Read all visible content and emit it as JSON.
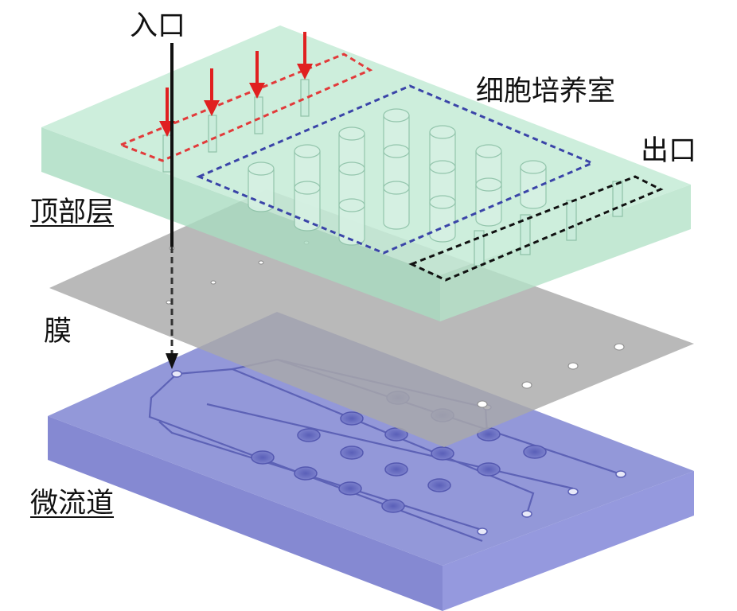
{
  "labels": {
    "inlet": "入口",
    "culture_chamber": "细胞培养室",
    "outlet": "出口",
    "top_layer": "顶部层",
    "membrane": "膜",
    "microchannel": "微流道"
  },
  "colors": {
    "top_layer": "#bfe8d2",
    "membrane": "#a9a9a9",
    "microchannel_layer": "#8a8fd6",
    "inlet_outline": "#e23a3a",
    "culture_outline": "#3a44a8",
    "outlet_outline": "#111111",
    "flow_arrows": "#e02020",
    "main_arrow": "#111111"
  }
}
